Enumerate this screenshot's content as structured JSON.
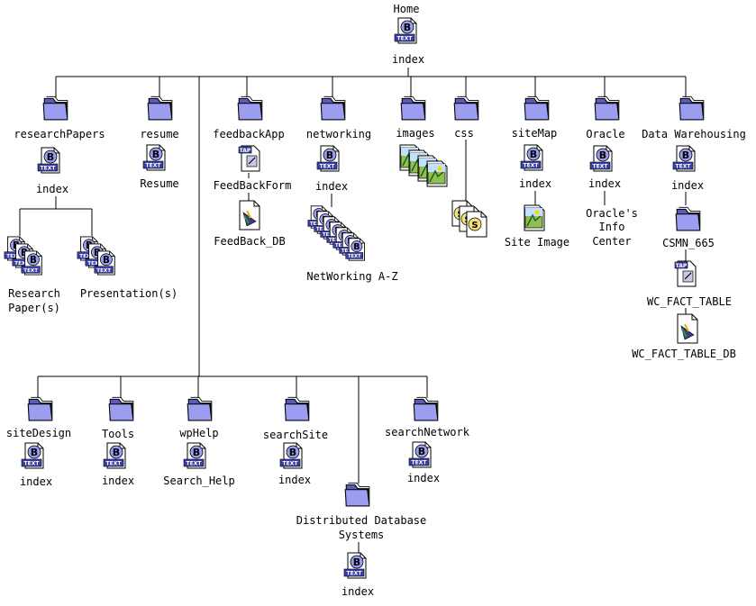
{
  "root": {
    "folder": "Home",
    "file": "index"
  },
  "top_row": [
    {
      "folder": "researchPapers",
      "file": "index",
      "children": [
        {
          "label_lines": [
            "Research",
            "Paper(s)"
          ]
        },
        {
          "label_lines": [
            "Presentation(s)"
          ]
        }
      ]
    },
    {
      "folder": "resume",
      "file": "Resume"
    },
    {
      "folder": "feedbackApp",
      "file": "FeedBackForm",
      "extra": "FeedBack_DB"
    },
    {
      "folder": "networking",
      "file": "index",
      "extra": "NetWorking A-Z"
    },
    {
      "folder": "images"
    },
    {
      "folder": "css"
    },
    {
      "folder": "siteMap",
      "file": "index",
      "extra": "Site Image"
    },
    {
      "folder": "Oracle",
      "file": "index",
      "extra_lines": [
        "Oracle's",
        "Info",
        "Center"
      ]
    },
    {
      "folder": "Data Warehousing",
      "file": "index",
      "sub_folder": "CSMN_665",
      "sub_file": "WC_FACT_TABLE",
      "sub_db": "WC_FACT_TABLE_DB"
    }
  ],
  "bottom_row": [
    {
      "folder": "siteDesign",
      "file": "index"
    },
    {
      "folder": "Tools",
      "file": "index"
    },
    {
      "folder": "wpHelp",
      "file": "Search_Help"
    },
    {
      "folder": "searchSite",
      "file": "index"
    },
    {
      "folder": "Distributed Database Systems",
      "folder_lines": [
        "Distributed Database",
        "Systems"
      ],
      "file": "index"
    },
    {
      "folder": "searchNetwork",
      "file": "index"
    }
  ],
  "icon_labels": {
    "text_badge": "TEXT",
    "tap_badge": "TAP",
    "page_letter": "B"
  },
  "colors": {
    "folder": "#9b9ef0",
    "folder_dark": "#5a5db8",
    "badge": "#3a3fa8",
    "line": "#000000"
  },
  "icon_names": [
    "folder-icon",
    "text-document-icon",
    "tap-form-icon",
    "database-icon",
    "image-file-icon",
    "css-file-icon"
  ]
}
